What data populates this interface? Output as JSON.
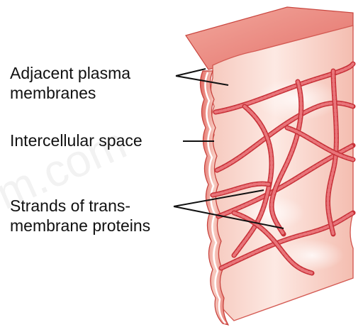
{
  "labels": {
    "adjacent": [
      "Adjacent plasma",
      "membranes"
    ],
    "space": [
      "Intercellular space"
    ],
    "strands": [
      "Strands of trans-",
      "membrane proteins"
    ]
  },
  "watermark": "m.com",
  "colors": {
    "background": "#ffffff",
    "membrane_light": "#fbe3dc",
    "membrane_mid": "#f3b8ab",
    "membrane_edge": "#d9564f",
    "strand": "#c8333a",
    "strand_bead": "#e9757a",
    "leader_line": "#111111",
    "text": "#111111"
  }
}
